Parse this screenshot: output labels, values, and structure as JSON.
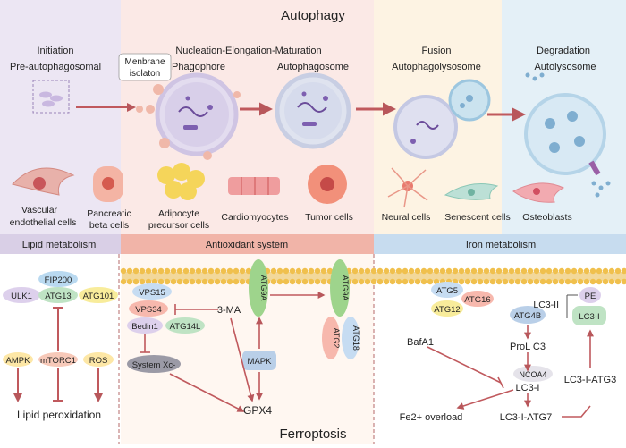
{
  "top": {
    "title": "Autophagy",
    "stages": {
      "initiation": "Initiation",
      "pre_autophagosomal": "Pre-autophagosomal",
      "nucleation": "Nucleation-Elongation-Maturation",
      "membrane_isolation": [
        "Menbrane",
        "isolaton"
      ],
      "phagophore": "Phagophore",
      "autophagosome": "Autophagosome",
      "fusion": "Fusion",
      "autophagolysosome": "Autophagolysosome",
      "degradation": "Degradation",
      "autolysosome": "Autolysosome"
    },
    "cells": {
      "vascular": [
        "Vascular",
        "endothelial cells"
      ],
      "pancreatic": [
        "Pancreatic",
        "beta cells"
      ],
      "adipocyte": [
        "Adipocyte",
        "precursor cells"
      ],
      "cardiomyocytes": "Cardiomyocytes",
      "tumor": "Tumor cells",
      "neural": "Neural cells",
      "senescent": "Senescent cells",
      "osteoblasts": "Osteoblasts"
    }
  },
  "sections": {
    "lipid": "Lipid metabolism",
    "antioxidant": "Antioxidant system",
    "iron": "Iron metabolism"
  },
  "lipid": {
    "fip200": "FIP200",
    "ulk1": "ULK1",
    "atg13": "ATG13",
    "atg101": "ATG101",
    "ampk": "AMPK",
    "mtorc1": "mTORC1",
    "ros": "ROS",
    "lipid_peroxidation": "Lipid peroxidation"
  },
  "antioxidant": {
    "vps15": "VPS15",
    "vps34": "VPS34",
    "bedin1": "Bedin1",
    "atg14l": "ATG14L",
    "system_xc": "System Xc-",
    "three_ma": "3-MA",
    "atg9a_left": "ATG9A",
    "atg9a_right": "ATG9A",
    "atg2": "ATG2",
    "atg18": "ATG18",
    "mapk": "MAPK",
    "gpx4": "GPX4"
  },
  "iron": {
    "atg5": "ATG5",
    "atg16": "ATG16",
    "atg12": "ATG12",
    "atg4b": "ATG4B",
    "pe": "PE",
    "lc3_ii": "LC3-II",
    "lc3_i_box": "LC3-I",
    "bafa1": "BafA1",
    "prol_c3": "ProL C3",
    "ncoa4": "NCOA4",
    "lc3_i": "LC3-I",
    "lc3_i_atg3": "LC3-I-ATG3",
    "fe2": "Fe2+ overload",
    "lc3_i_atg7": "LC3-I-ATG7"
  },
  "bottom_title": "Ferroptosis"
}
